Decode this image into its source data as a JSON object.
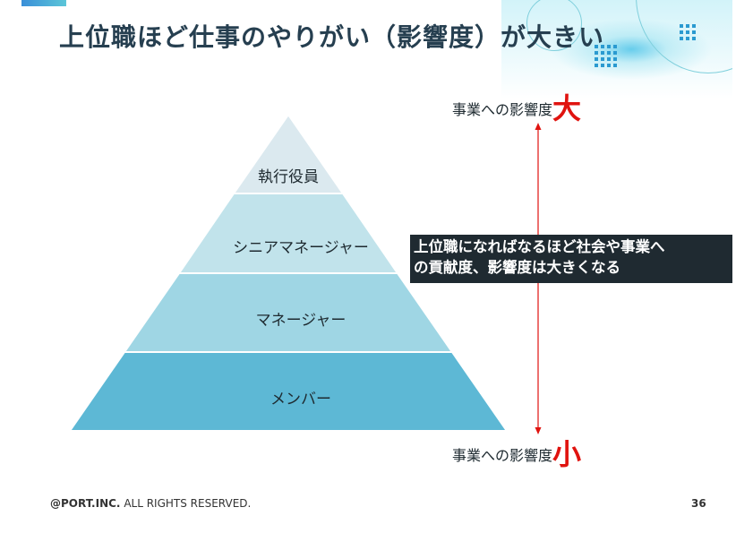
{
  "title": "上位職ほど仕事のやりがい（影響度）が大きい",
  "pyramid": {
    "layers": [
      {
        "label": "執行役員",
        "color": "#dbe9ef"
      },
      {
        "label": "シニアマネージャー",
        "color": "#c1e3eb"
      },
      {
        "label": "マネージャー",
        "color": "#9fd6e4"
      },
      {
        "label": "メンバー",
        "color": "#5db8d5"
      }
    ]
  },
  "scale": {
    "top_prefix": "事業への影響度",
    "top_emphasis": "大",
    "bottom_prefix": "事業への影響度",
    "bottom_emphasis": "小",
    "arrow_color": "#e0130f"
  },
  "callout": {
    "line1": "上位職になればなるほど社会や事業へ",
    "line2": "の貢献度、影響度は大きくなる"
  },
  "footer": {
    "company": "@PORT.INC.",
    "rights": "ALL RIGHTS RESERVED.",
    "page_number": "36"
  }
}
